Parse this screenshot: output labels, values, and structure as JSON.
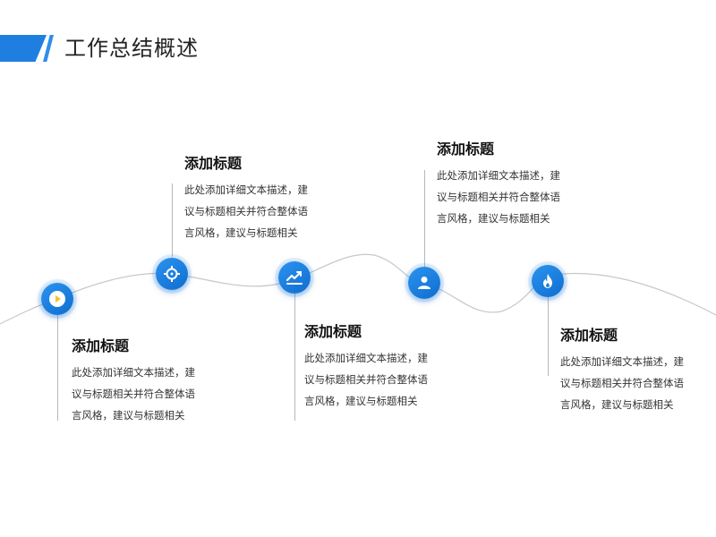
{
  "header": {
    "title": "工作总结概述"
  },
  "colors": {
    "accent": "#1f7fe0",
    "accent_light": "#2b93ef",
    "line": "#c8c8c8"
  },
  "steps": [
    {
      "title": "添加标题",
      "desc": "此处添加详细文本描述，建议与标题相关并符合整体语言风格，建议与标题相关",
      "icon": "play-icon"
    },
    {
      "title": "添加标题",
      "desc": "此处添加详细文本描述，建议与标题相关并符合整体语言风格，建议与标题相关",
      "icon": "crosshair-icon"
    },
    {
      "title": "添加标题",
      "desc": "此处添加详细文本描述，建议与标题相关并符合整体语言风格，建议与标题相关",
      "icon": "trend-chart-icon"
    },
    {
      "title": "添加标题",
      "desc": "此处添加详细文本描述，建议与标题相关并符合整体语言风格，建议与标题相关",
      "icon": "user-icon"
    },
    {
      "title": "添加标题",
      "desc": "此处添加详细文本描述，建议与标题相关并符合整体语言风格，建议与标题相关",
      "icon": "flame-icon"
    }
  ]
}
